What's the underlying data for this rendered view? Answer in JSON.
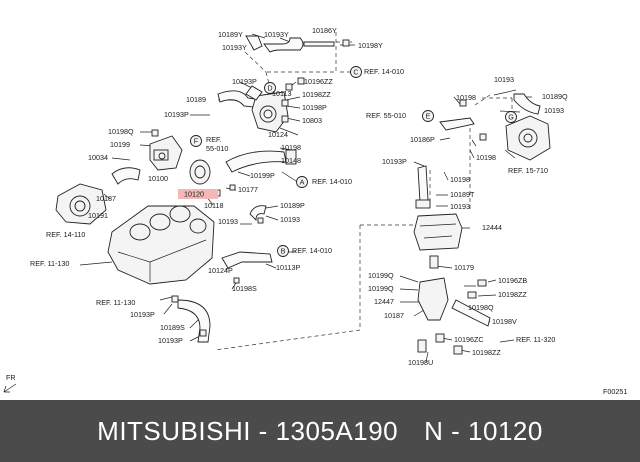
{
  "labels": {
    "l01": "10189Y",
    "l02": "10193Y",
    "l03": "10193Y",
    "l04": "10186Y",
    "l05": "10198Y",
    "l06": "REF. 14-010",
    "l07": "10196ZZ",
    "l08": "10193P",
    "l09": "10113",
    "l10": "10198ZZ",
    "l11": "10189",
    "l12": "10198P",
    "l13": "10193P",
    "l14": "10803",
    "l15": "10124",
    "l16": "10198Q",
    "l17": "REF.",
    "l18": "55-010",
    "l19": "10199",
    "l20": "10034",
    "l21": "10100",
    "l22": "10198",
    "l23": "10148",
    "l24": "REF. 14-010",
    "l25": "10120",
    "l26": "10177",
    "l27": "10187",
    "l28": "10191",
    "l29": "10118",
    "l30": "10199P",
    "l31": "REF. 14-110",
    "l32": "10189P",
    "l33": "10193",
    "l34": "10193",
    "l35": "REF. 11-130",
    "l36": "REF. 14-010",
    "l37": "10124P",
    "l38": "10113P",
    "l39": "10198S",
    "l40": "REF. 11-130",
    "l41": "10193P",
    "l42": "10189S",
    "l43": "10193P",
    "l44": "10193",
    "l45": "10189Q",
    "l46": "10198",
    "l47": "10193",
    "l48": "REF. 55-010",
    "l49": "10186P",
    "l50": "10198",
    "l51": "10193P",
    "l52": "10198",
    "l53": "REF. 15-710",
    "l54": "10189T",
    "l55": "10193",
    "l56": "12444",
    "l57": "10179",
    "l58": "10199Q",
    "l59": "10196ZB",
    "l60": "10199Q",
    "l61": "10198ZZ",
    "l62": "12447",
    "l63": "10198Q",
    "l64": "10187",
    "l65": "10198V",
    "l66": "10196ZC",
    "l67": "REF. 11-320",
    "l68": "10198ZZ",
    "l69": "10198U",
    "callout_a": "A",
    "callout_b": "B",
    "callout_c": "C",
    "callout_d": "D",
    "callout_e": "E",
    "callout_f": "F",
    "callout_g": "G",
    "fr": "FR",
    "figure_code": "F00251"
  },
  "highlight": {
    "part": "10120",
    "color": "#f3b7b5"
  },
  "footer": {
    "brand": "MITSUBISHI - 1305A190",
    "number": "N - 10120",
    "background": "#4b4b4b",
    "text_color": "#ffffff"
  }
}
